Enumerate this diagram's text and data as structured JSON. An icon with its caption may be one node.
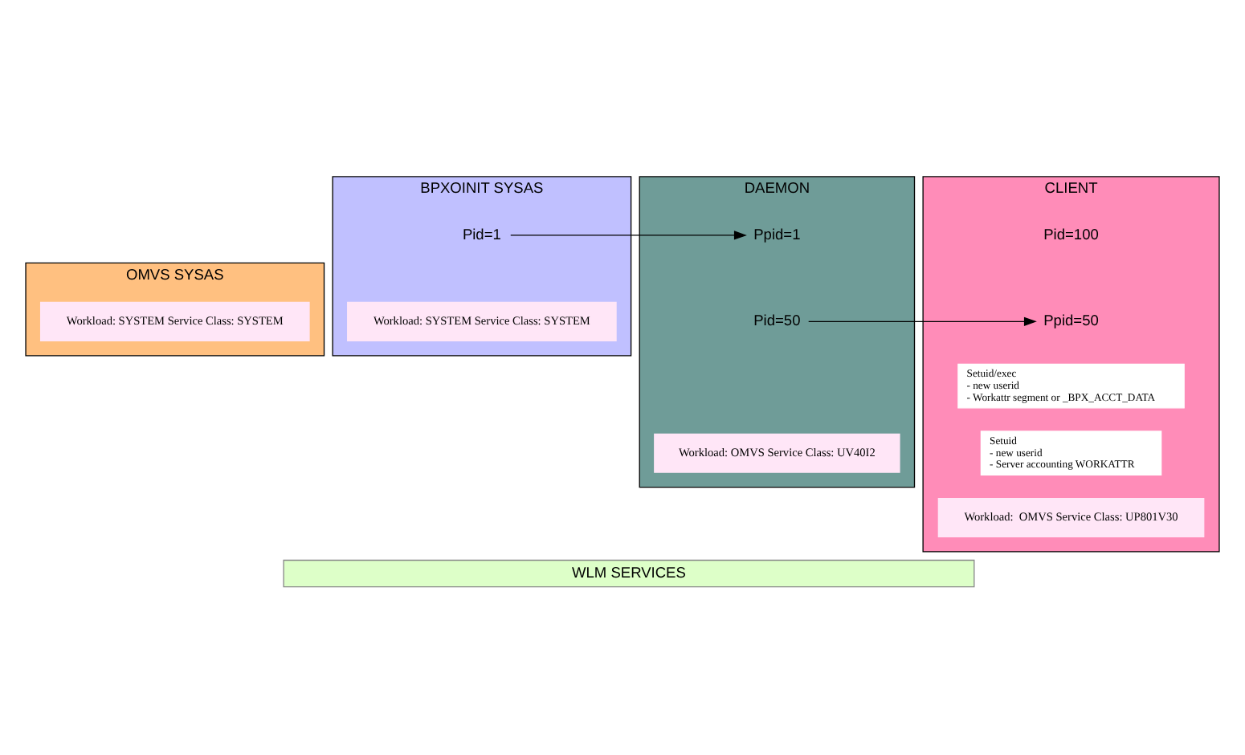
{
  "diagram": {
    "nodes": [
      {
        "text": [
          "OMVS SYSAS"
        ]
      },
      {
        "text": [
          "Workload: SYSTEM Service Class: SYSTEM"
        ],
        "in": 0
      },
      {
        "text": [
          "BPXOINIT SYSAS"
        ]
      },
      {
        "text": [
          "Pid=1"
        ],
        "in": 2
      },
      {
        "text": [
          "Workload: SYSTEM Service Class: SYSTEM"
        ],
        "in": 2
      },
      {
        "text": [
          "DAEMON"
        ]
      },
      {
        "text": [
          "Ppid=1"
        ],
        "in": 5
      },
      {
        "text": [
          "Pid=50"
        ],
        "in": 5
      },
      {
        "text": [
          "Workload: OMVS Service Class: UV40I2"
        ],
        "in": 5
      },
      {
        "text": [
          "CLIENT"
        ]
      },
      {
        "text": [
          "Pid=100"
        ],
        "in": 9
      },
      {
        "text": [
          "Ppid=50"
        ],
        "in": 9
      },
      {
        "text": [
          "Setuid/exec",
          "- new userid",
          "- Workattr segment or _BPX_ACCT_DATA"
        ],
        "in": 9
      },
      {
        "text": [
          "Setuid",
          "- new userid",
          "- Server accounting WORKATTR"
        ],
        "in": 9
      },
      {
        "text": [
          "Workload:  OMVS Service Class: UP801V30"
        ],
        "in": 9
      },
      {
        "text": [
          "WLM SERVICES"
        ]
      }
    ],
    "edges": [
      {
        "from": 3,
        "to": 6,
        "arrow": "to"
      },
      {
        "from": 7,
        "to": 11,
        "arrow": "to"
      }
    ]
  }
}
